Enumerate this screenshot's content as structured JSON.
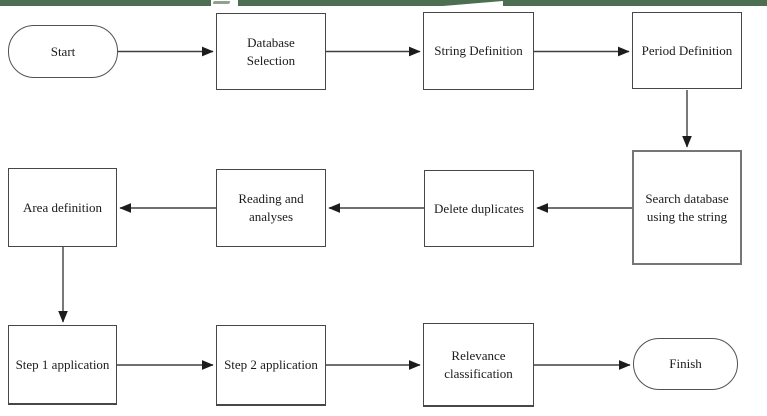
{
  "diagram": {
    "type": "flowchart",
    "background": "#ffffff",
    "colors": {
      "top_bar": "#4d6f51",
      "box_border": "#474747",
      "search_box_border": "#767676",
      "connector": "#404040",
      "text": "#1b1b1b"
    },
    "nodes": [
      {
        "id": "start",
        "shape": "terminator",
        "label": "Start"
      },
      {
        "id": "database-selection",
        "shape": "process",
        "label": "Database Selection"
      },
      {
        "id": "string-definition",
        "shape": "process",
        "label": "String Definition"
      },
      {
        "id": "period-definition",
        "shape": "process",
        "label": "Period Definition"
      },
      {
        "id": "search-database",
        "shape": "process",
        "label": "Search database using the string"
      },
      {
        "id": "delete-duplicates",
        "shape": "process",
        "label": "Delete duplicates"
      },
      {
        "id": "reading-analyses",
        "shape": "process",
        "label": "Reading and analyses"
      },
      {
        "id": "area-definition",
        "shape": "process",
        "label": "Area definition"
      },
      {
        "id": "step-1-application",
        "shape": "process",
        "label": "Step 1 application"
      },
      {
        "id": "step-2-application",
        "shape": "process",
        "label": "Step 2 application"
      },
      {
        "id": "relevance-classification",
        "shape": "process",
        "label": "Relevance classification"
      },
      {
        "id": "finish",
        "shape": "terminator",
        "label": "Finish"
      }
    ],
    "edges": [
      {
        "from": "start",
        "to": "database-selection"
      },
      {
        "from": "database-selection",
        "to": "string-definition"
      },
      {
        "from": "string-definition",
        "to": "period-definition"
      },
      {
        "from": "period-definition",
        "to": "search-database"
      },
      {
        "from": "search-database",
        "to": "delete-duplicates"
      },
      {
        "from": "delete-duplicates",
        "to": "reading-analyses"
      },
      {
        "from": "reading-analyses",
        "to": "area-definition"
      },
      {
        "from": "area-definition",
        "to": "step-1-application"
      },
      {
        "from": "step-1-application",
        "to": "step-2-application"
      },
      {
        "from": "step-2-application",
        "to": "relevance-classification"
      },
      {
        "from": "relevance-classification",
        "to": "finish"
      }
    ]
  }
}
